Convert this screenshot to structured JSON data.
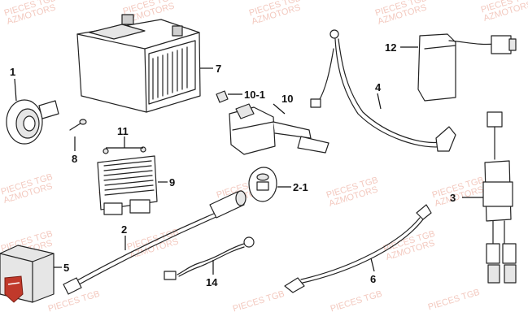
{
  "watermark": {
    "line1": "PIECES TGB",
    "line2": "AZMOTORS"
  },
  "callouts": {
    "horn": "1",
    "harness_main": "2",
    "connector_cap": "2-1",
    "cdi_unit": "3",
    "battery_cable": "4",
    "relay_box": "5",
    "ground_cable": "6",
    "battery": "7",
    "screw_horn": "8",
    "regulator": "9",
    "starter_relay": "10",
    "relay_fuse": "10-1",
    "regulator_screws": "11",
    "flasher": "12",
    "sub_harness": "14"
  },
  "colors": {
    "logo": "#c0392b",
    "watermark": "#f3c9bf"
  }
}
